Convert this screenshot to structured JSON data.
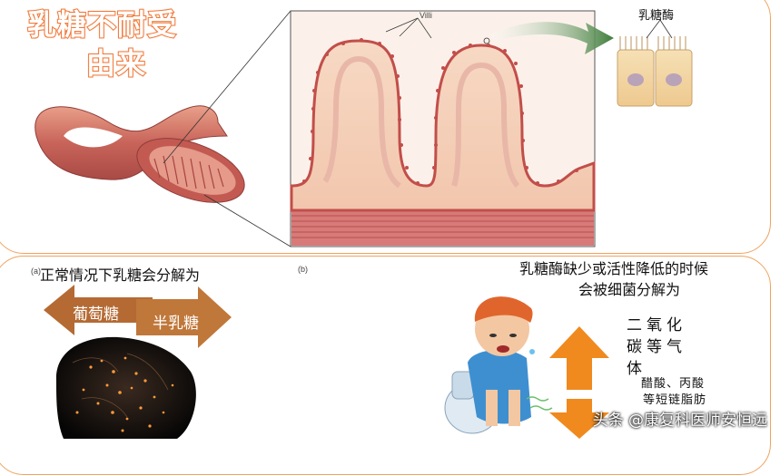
{
  "title": {
    "line1": "乳糖不耐受",
    "line2": "由来"
  },
  "diagram": {
    "villi_label": "Villi",
    "enzyme_label": "乳糖酶",
    "label_a": "(a)",
    "label_b": "(b)"
  },
  "normal": {
    "heading": "正常情况下乳糖会分解为",
    "product1": "葡萄糖",
    "product2": "半乳糖"
  },
  "deficient": {
    "heading_line1": "乳糖酶缺少或活性降低的时候",
    "heading_line2": "会被细菌分解为",
    "gas_line1": "二氧化",
    "gas_line2": "碳等气",
    "gas_line3": "体",
    "acid_line1": "醋酸、丙酸",
    "acid_line2": "等短链脂肪"
  },
  "watermark": "头条 @康复科医师安恒远",
  "colors": {
    "accent": "#f0793a",
    "arrow_brown": "#b56a33",
    "arrow_orange": "#f08a1e"
  }
}
